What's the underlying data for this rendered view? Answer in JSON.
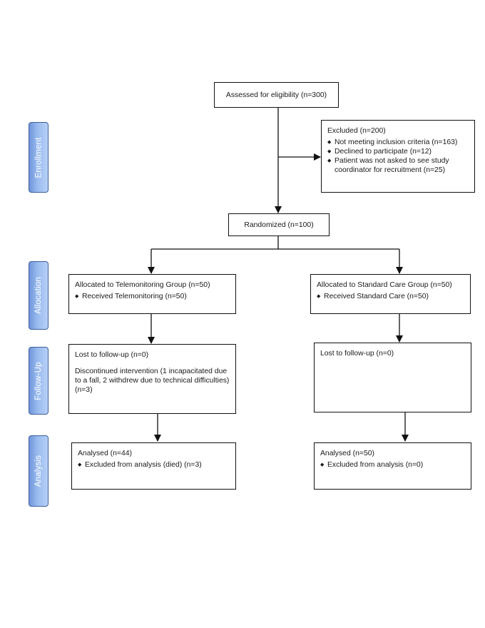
{
  "stages": {
    "enrollment": "Enrollment",
    "allocation": "Allocation",
    "follow_up": "Follow-Up",
    "analysis": "Analysis"
  },
  "assessed": "Assessed for eligibility (n=300)",
  "excluded": {
    "title": "Excluded  (n=200)",
    "items": [
      "Not meeting inclusion criteria (n=163)",
      "Declined to participate (n=12)",
      "Patient was not asked to see study coordinator for recruitment (n=25)"
    ]
  },
  "randomized": "Randomized (n=100)",
  "telemonitoring": {
    "allocation_title": "Allocated to Telemonitoring Group (n=50)",
    "allocation_item": "Received Telemonitoring (n=50)",
    "lost": "Lost to follow-up (n=0)",
    "discontinued": "Discontinued intervention (1 incapacitated due to a fall, 2 withdrew due to technical difficulties) (n=3)",
    "analysed": "Analysed  (n=44)",
    "excluded_analysis": "Excluded from analysis (died) (n=3)"
  },
  "standard_care": {
    "allocation_title": "Allocated to Standard Care Group (n=50)",
    "allocation_item": "Received Standard Care (n=50)",
    "lost": "Lost to follow-up (n=0)",
    "analysed": "Analysed  (n=50)",
    "excluded_analysis": "Excluded from analysis (n=0)"
  },
  "bullet_glyph": "◆",
  "colors": {
    "stage_fill": "#9bbcf0",
    "stage_border": "#3d5f99",
    "line": "#111111"
  }
}
